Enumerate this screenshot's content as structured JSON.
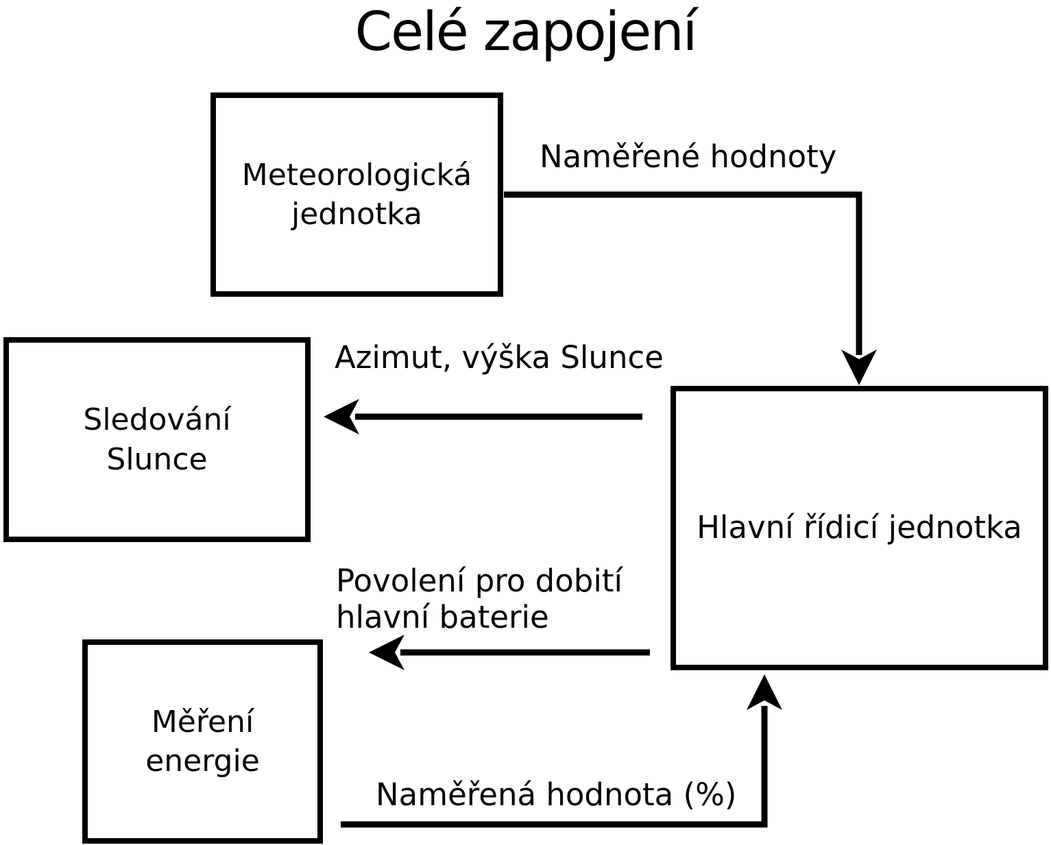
{
  "title": "Celé zapojení",
  "colors": {
    "ink": "#000000",
    "background": "#ffffff"
  },
  "diagram": {
    "nodes": [
      {
        "id": "meteorologicka-jednotka",
        "lines": [
          "Meteorologická",
          "jednotka"
        ]
      },
      {
        "id": "sledovani-slunce",
        "lines": [
          "Sledování",
          "Slunce"
        ]
      },
      {
        "id": "mereni-energie",
        "lines": [
          "Měření",
          "energie"
        ]
      },
      {
        "id": "hlavni-ridici-jednotka",
        "lines": [
          "Hlavní řídicí jednotka"
        ]
      }
    ],
    "edges": [
      {
        "id": "namerene-hodnoty",
        "from": "meteorologicka-jednotka",
        "to": "hlavni-ridici-jednotka",
        "label": "Naměřené hodnoty"
      },
      {
        "id": "azimut-vyska-slunce",
        "from": "hlavni-ridici-jednotka",
        "to": "sledovani-slunce",
        "label": "Azimut, výška Slunce"
      },
      {
        "id": "povoleni-pro-dobiti",
        "from": "hlavni-ridici-jednotka",
        "to": "",
        "lines": [
          "Povolení pro dobití",
          "hlavní baterie"
        ]
      },
      {
        "id": "namerena-hodnota",
        "from": "mereni-energie",
        "to": "hlavni-ridici-jednotka",
        "label": "Naměřená hodnota (%)"
      }
    ]
  }
}
